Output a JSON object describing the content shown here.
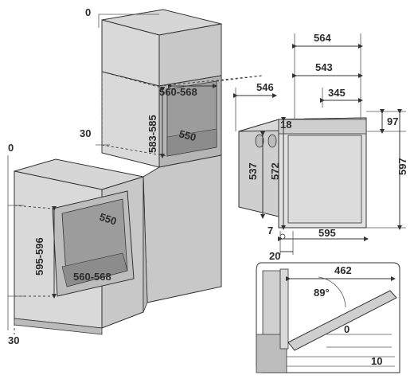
{
  "labels": {
    "cabinet_left": {
      "top_gap": "0",
      "bottom_gap": "30",
      "depth": "550",
      "height": "595-596",
      "width": "560-568"
    },
    "cabinet_tall": {
      "top_gap": "0",
      "side_gap": "30",
      "width": "560-568",
      "height": "583-585",
      "depth": "550"
    },
    "oven": {
      "overall_width_top": "564",
      "inner_width": "543",
      "body_depth": "546",
      "rear_depth": "345",
      "frame_depth": "18",
      "top_band": "97",
      "total_height": "597",
      "body_height_outer": "537",
      "body_height_inner": "572",
      "bottom_offset": "7",
      "bottom_width": "595",
      "front_offset": "20"
    },
    "door_detail": {
      "opening_depth": "462",
      "angle": "89°",
      "gap_top": "0",
      "gap_bottom": "10"
    }
  },
  "colors": {
    "wood": "#cfcfcf",
    "wood_dark": "#a9a9a9",
    "cavity": "#9c9c9c",
    "line": "#333333"
  }
}
